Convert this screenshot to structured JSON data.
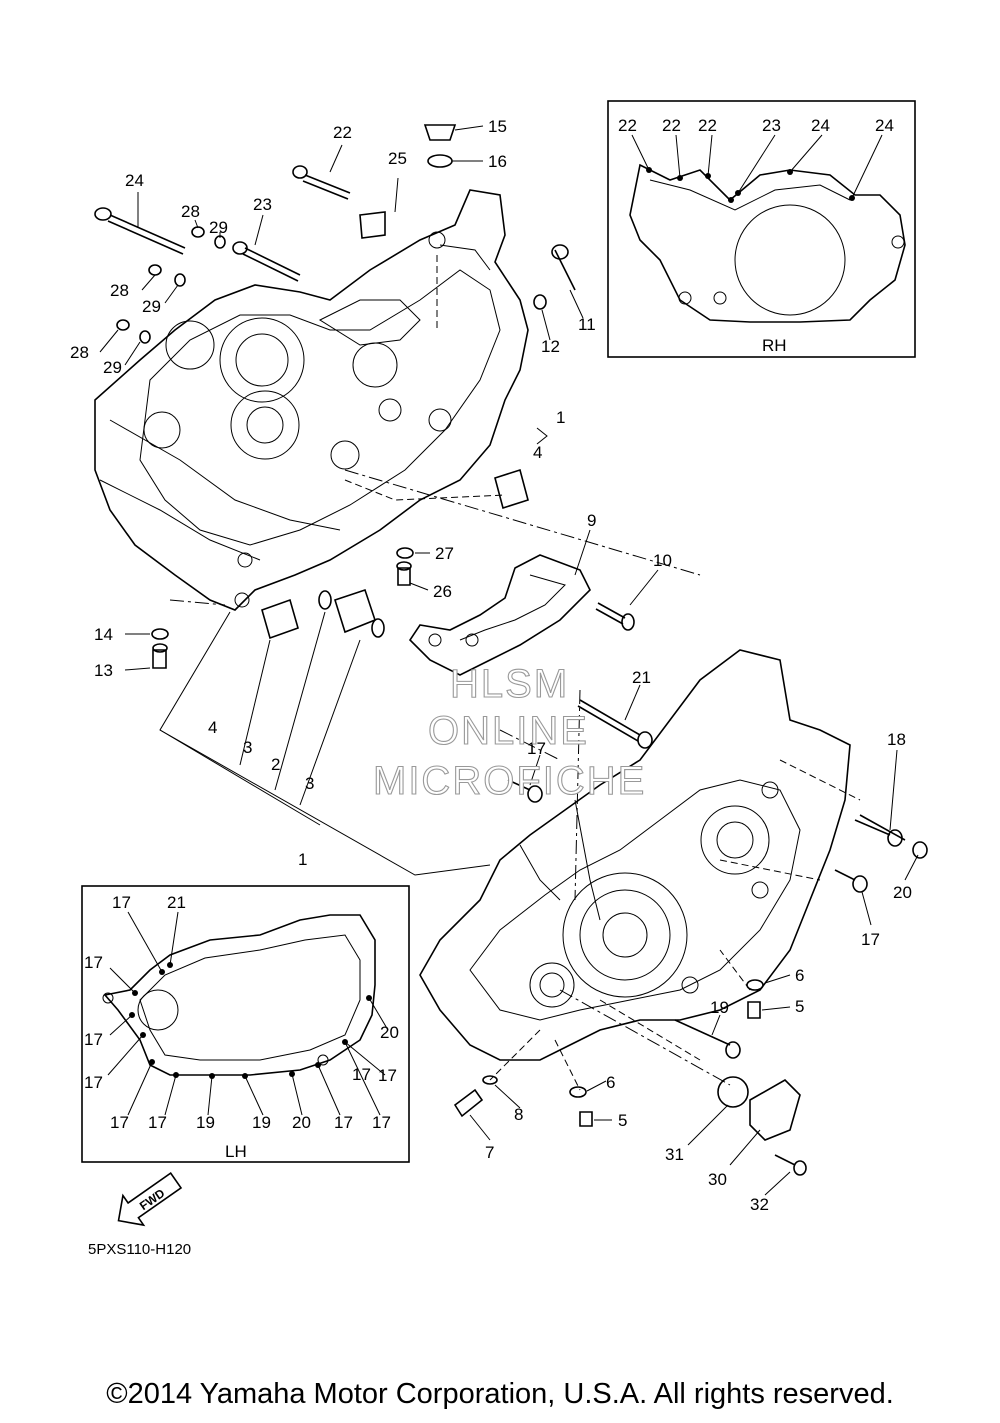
{
  "diagram_code": "5PXS110-H120",
  "copyright": "©2014 Yamaha Motor Corporation, U.S.A. All rights reserved.",
  "watermark": [
    "HLSM",
    "ONLINE",
    "MICROFICHE"
  ],
  "inset_rh": {
    "title": "RH",
    "labels": [
      "22",
      "22",
      "22",
      "23",
      "24",
      "24"
    ]
  },
  "inset_lh": {
    "title": "LH",
    "labels": [
      "17",
      "21",
      "17",
      "17",
      "17",
      "20",
      "17",
      "17",
      "17",
      "17",
      "19",
      "19",
      "20",
      "17",
      "17"
    ]
  },
  "fwd_arrow": "FWD",
  "callouts": [
    "22",
    "15",
    "16",
    "25",
    "24",
    "28",
    "29",
    "23",
    "28",
    "29",
    "12",
    "11",
    "28",
    "29",
    "1",
    "4",
    "9",
    "10",
    "27",
    "26",
    "14",
    "13",
    "4",
    "3",
    "2",
    "3",
    "1",
    "21",
    "17",
    "18",
    "20",
    "17",
    "6",
    "5",
    "19",
    "6",
    "8",
    "5",
    "7",
    "31",
    "30",
    "32"
  ]
}
